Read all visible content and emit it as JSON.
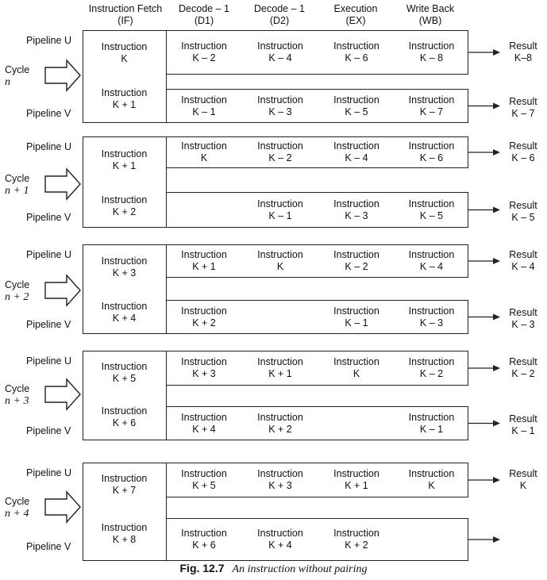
{
  "headers": [
    {
      "l1": "Instruction Fetch",
      "l2": "(IF)"
    },
    {
      "l1": "Decode – 1",
      "l2": "(D1)"
    },
    {
      "l1": "Decode – 1",
      "l2": "(D2)"
    },
    {
      "l1": "Execution",
      "l2": "(EX)"
    },
    {
      "l1": "Write Back",
      "l2": "(WB)"
    }
  ],
  "pipeline_labels": {
    "u": "Pipeline U",
    "v": "Pipeline V"
  },
  "cycle_word": "Cycle",
  "blocks": [
    {
      "cycle": "n",
      "if_u": [
        "Instruction",
        "K"
      ],
      "if_v": [
        "Instruction",
        "K + 1"
      ],
      "u": [
        [
          "Instruction",
          "K – 2"
        ],
        [
          "Instruction",
          "K – 4"
        ],
        [
          "Instruction",
          "K – 6"
        ],
        [
          "Instruction",
          "K – 8"
        ]
      ],
      "v": [
        [
          "Instruction",
          "K – 1"
        ],
        [
          "Instruction",
          "K – 3"
        ],
        [
          "Instruction",
          "K – 5"
        ],
        [
          "Instruction",
          "K – 7"
        ]
      ],
      "res_u": [
        "Result",
        "K–8"
      ],
      "res_v": [
        "Result",
        "K – 7"
      ]
    },
    {
      "cycle": "n + 1",
      "if_u": [
        "Instruction",
        "K + 1"
      ],
      "if_v": [
        "Instruction",
        "K + 2"
      ],
      "u": [
        [
          "Instruction",
          "K"
        ],
        [
          "Instruction",
          "K – 2"
        ],
        [
          "Instruction",
          "K – 4"
        ],
        [
          "Instruction",
          "K – 6"
        ]
      ],
      "v": [
        [
          "",
          ""
        ],
        [
          "Instruction",
          "K – 1"
        ],
        [
          "Instruction",
          "K – 3"
        ],
        [
          "Instruction",
          "K – 5"
        ]
      ],
      "res_u": [
        "Result",
        "K – 6"
      ],
      "res_v": [
        "Result",
        "K – 5"
      ]
    },
    {
      "cycle": "n + 2",
      "if_u": [
        "Instruction",
        "K + 3"
      ],
      "if_v": [
        "Instruction",
        "K + 4"
      ],
      "u": [
        [
          "Instruction",
          "K + 1"
        ],
        [
          "Instruction",
          "K"
        ],
        [
          "Instruction",
          "K – 2"
        ],
        [
          "Instruction",
          "K – 4"
        ]
      ],
      "v": [
        [
          "Instruction",
          "K + 2"
        ],
        [
          "",
          ""
        ],
        [
          "Instruction",
          "K – 1"
        ],
        [
          "Instruction",
          "K – 3"
        ]
      ],
      "res_u": [
        "Result",
        "K – 4"
      ],
      "res_v": [
        "Result",
        "K – 3"
      ]
    },
    {
      "cycle": "n + 3",
      "if_u": [
        "Instruction",
        "K + 5"
      ],
      "if_v": [
        "Instruction",
        "K + 6"
      ],
      "u": [
        [
          "Instruction",
          "K + 3"
        ],
        [
          "Instruction",
          "K + 1"
        ],
        [
          "Instruction",
          "K"
        ],
        [
          "Instruction",
          "K – 2"
        ]
      ],
      "v": [
        [
          "Instruction",
          "K + 4"
        ],
        [
          "Instruction",
          "K + 2"
        ],
        [
          "",
          ""
        ],
        [
          "Instruction",
          "K – 1"
        ]
      ],
      "res_u": [
        "Result",
        "K – 2"
      ],
      "res_v": [
        "Result",
        "K – 1"
      ]
    },
    {
      "cycle": "n + 4",
      "if_u": [
        "Instruction",
        "K + 7"
      ],
      "if_v": [
        "Instruction",
        "K + 8"
      ],
      "u": [
        [
          "Instruction",
          "K + 5"
        ],
        [
          "Instruction",
          "K + 3"
        ],
        [
          "Instruction",
          "K + 1"
        ],
        [
          "Instruction",
          "K"
        ]
      ],
      "v": [
        [
          "Instruction",
          "K + 6"
        ],
        [
          "Instruction",
          "K + 4"
        ],
        [
          "Instruction",
          "K + 2"
        ],
        [
          "",
          ""
        ]
      ],
      "res_u": [
        "Result",
        "K"
      ],
      "res_v": [
        "",
        ""
      ]
    }
  ],
  "caption": {
    "fig": "Fig. 12.7",
    "text": "An instruction without pairing"
  }
}
